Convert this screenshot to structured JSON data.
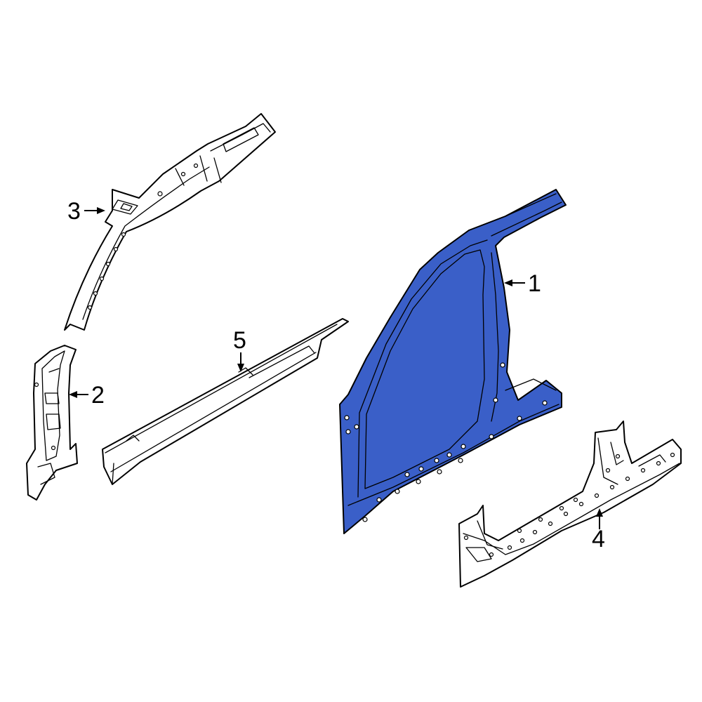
{
  "diagram": {
    "highlight_color": "#3a5fc8",
    "outline_color": "#000000",
    "background_color": "#ffffff",
    "callouts": [
      {
        "id": "1",
        "label": "1"
      },
      {
        "id": "2",
        "label": "2"
      },
      {
        "id": "3",
        "label": "3"
      },
      {
        "id": "4",
        "label": "4"
      },
      {
        "id": "5",
        "label": "5"
      }
    ]
  }
}
